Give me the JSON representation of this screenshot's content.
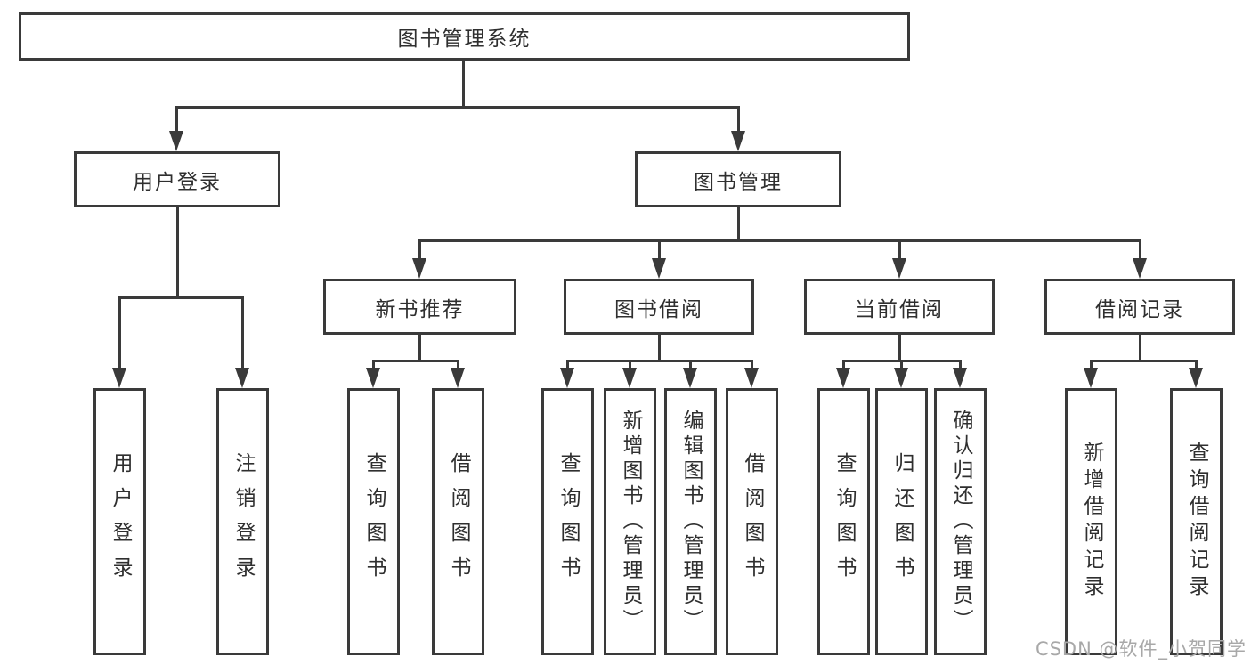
{
  "diagram": {
    "title": "图书管理系统",
    "branches": [
      {
        "label": "用户登录",
        "children": [
          {
            "label": "用户登录"
          },
          {
            "label": "注销登录"
          }
        ]
      },
      {
        "label": "图书管理",
        "children": [
          {
            "label": "新书推荐",
            "children": [
              {
                "label": "查询图书"
              },
              {
                "label": "借阅图书"
              }
            ]
          },
          {
            "label": "图书借阅",
            "children": [
              {
                "label": "查询图书"
              },
              {
                "label": "新增图书（管理员）"
              },
              {
                "label": "编辑图书（管理员）"
              },
              {
                "label": "借阅图书"
              }
            ]
          },
          {
            "label": "当前借阅",
            "children": [
              {
                "label": "查询图书"
              },
              {
                "label": "归还图书"
              },
              {
                "label": "确认归还（管理员）"
              }
            ]
          },
          {
            "label": "借阅记录",
            "children": [
              {
                "label": "新增借阅记录"
              },
              {
                "label": "查询借阅记录"
              }
            ]
          }
        ]
      }
    ]
  },
  "watermark": {
    "text": "CSDN @软件_小贺同学",
    "color": "#a8a8a8"
  },
  "colors": {
    "line": "#3a3a3a",
    "text": "#2f2f2f",
    "background": "#ffffff"
  }
}
